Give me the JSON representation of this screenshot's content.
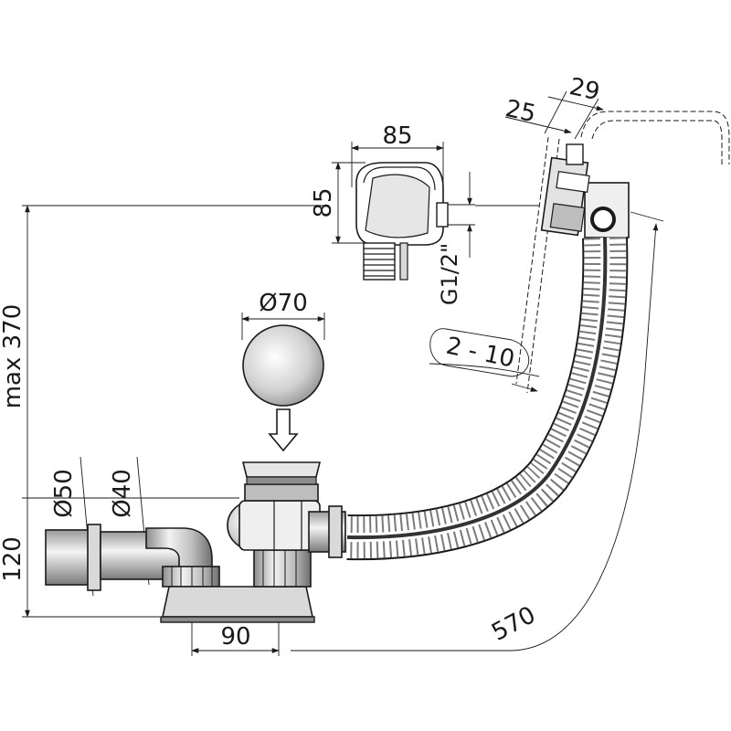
{
  "dimensions": {
    "overflow_width": "85",
    "overflow_height": "85",
    "thread": "G1/2\"",
    "plug_diameter": "Ø70",
    "max_height": "max 370",
    "height_120": "120",
    "outlet_50": "Ø50",
    "outlet_40": "Ø40",
    "offset_90": "90",
    "hose_length": "570",
    "wall_range": "2 - 10",
    "dim_25": "25",
    "dim_29": "29"
  },
  "colors": {
    "line": "#1a1a1a",
    "shade_light": "#d9d9d9",
    "shade_mid": "#a6a6a6",
    "shade_dark": "#555555"
  }
}
